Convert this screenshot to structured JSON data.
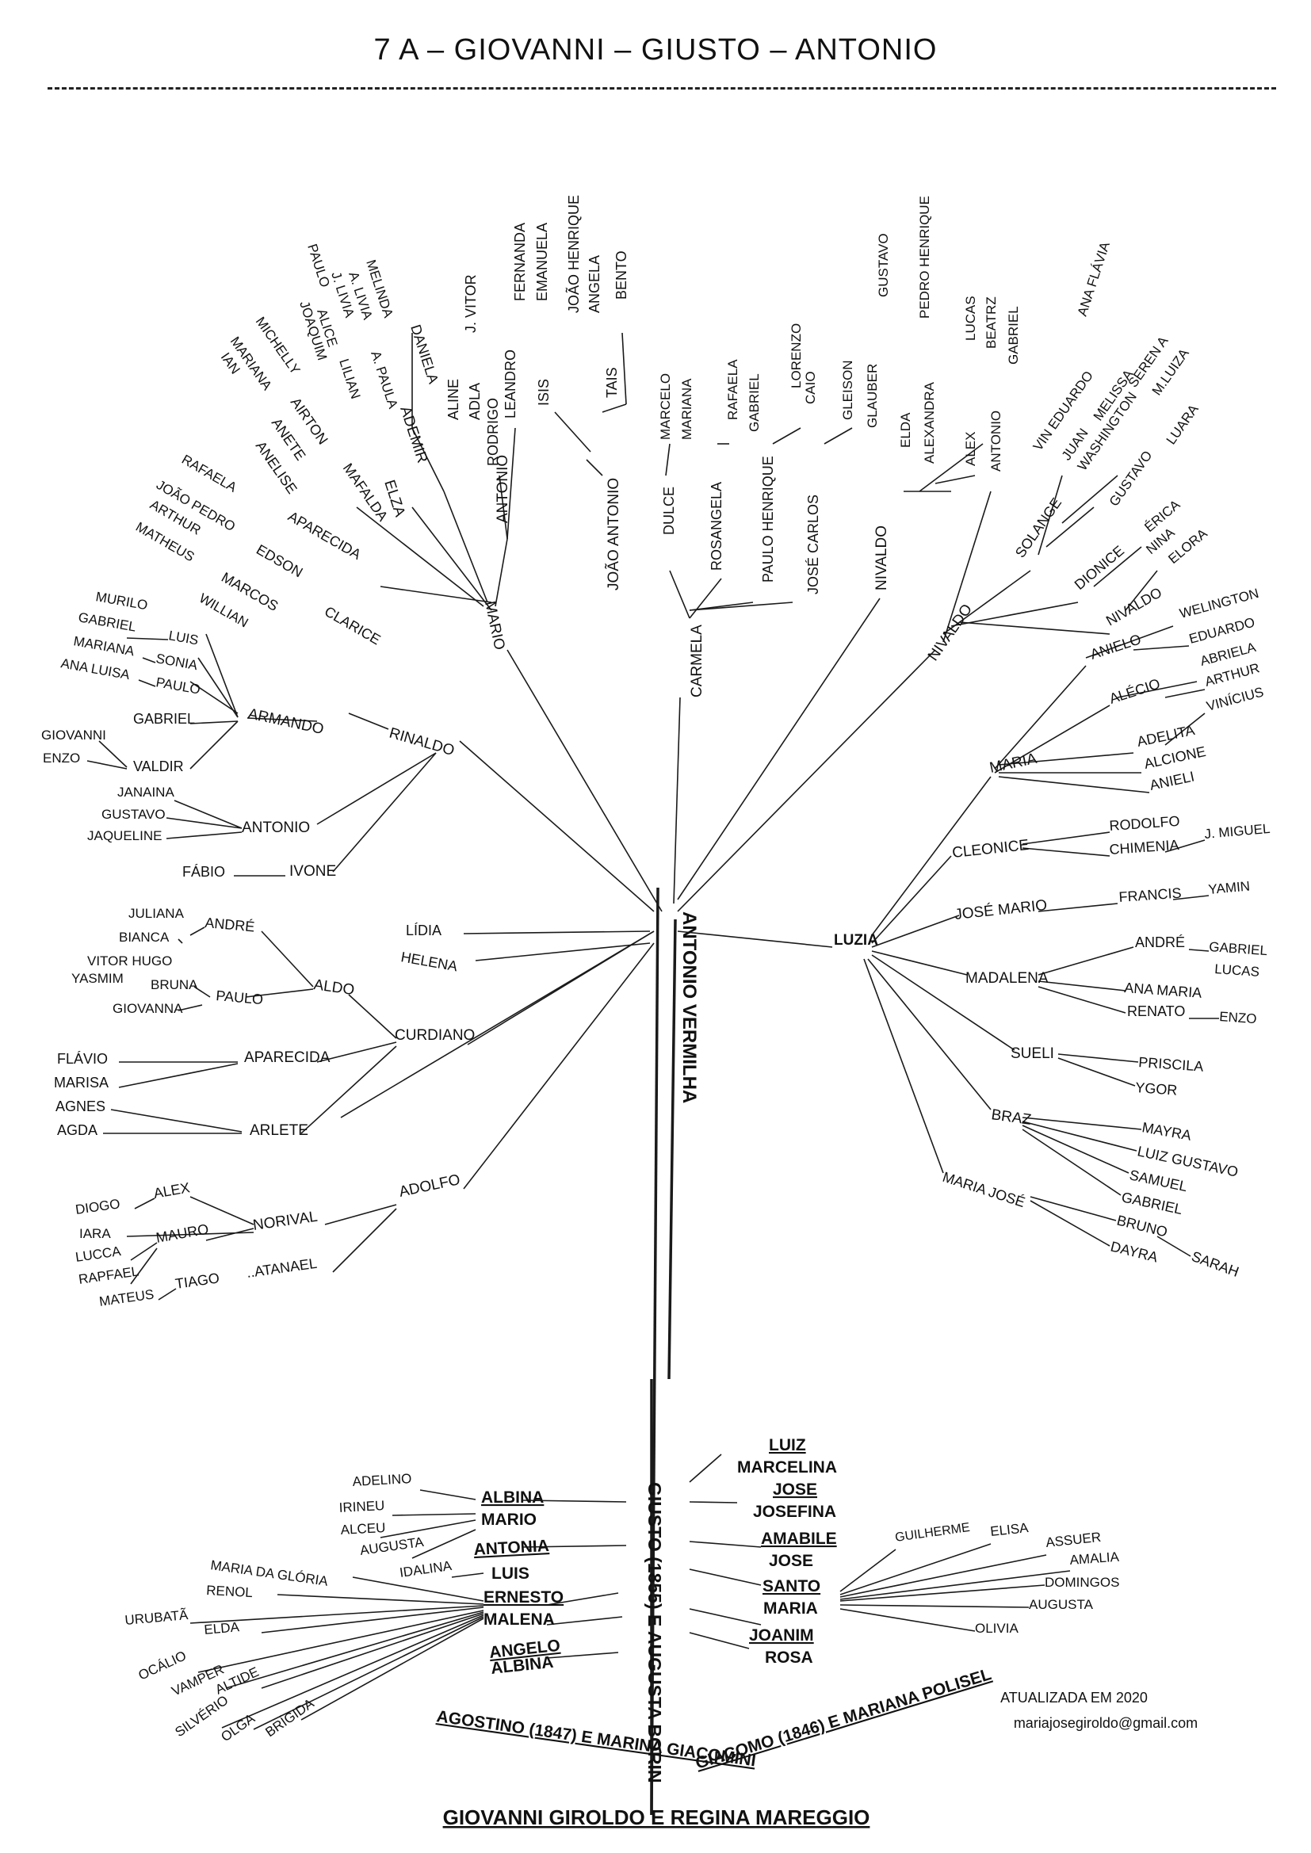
{
  "title": "7 A – GIOVANNI – GIUSTO – ANTONIO",
  "nodes": {
    "antonio_vermilha": "ANTONIO VERMILHA",
    "giusto": "GIUSTO (1855) E AUGUSTA BORIN",
    "roots": "GIOVANNI GIROLDO E REGINA MAREGGIO",
    "agostino": "AGOSTINO (1847) E MARINA GIACOMINI",
    "giacomo": "GIACOMO (1846) E MARIANA POLISEL",
    "updated": "ATUALIZADA EM 2020",
    "email": "mariajosegiroldo@gmail.com",
    "mario": "MARIO",
    "elza": "ELZA",
    "ademir": "ADEMIR",
    "daniela": "DANIELA",
    "lilian": "LILIAN",
    "a_paula": "A. PAULA",
    "melinda": "MELINDA",
    "joaquim": "JOAQUIM",
    "alice": "ALICE",
    "j_livia": "J. LIVIA",
    "paulo_top": "PAULO",
    "a_livia": "A. LIVIA",
    "mafalda": "MAFALDA",
    "airton": "AIRTON",
    "michelly": "MICHELLY",
    "anete": "ANETE",
    "mariana_top": "MARIANA",
    "anelise": "ANELISE",
    "ian": "IAN",
    "antonio_top": "ANTONIO",
    "rodrigo": "RODRIGO",
    "adla": "ADLA",
    "aline": "ALINE",
    "leandro": "LEANDRO",
    "j_vitor": "J. VITOR",
    "joao_antonio": "JOÃO ANTONIO",
    "isis": "ISIS",
    "fernanda": "FERNANDA",
    "emanuela": "EMANUELA",
    "tais": "TAIS",
    "joao_henrique": "JOÃO HENRIQUE",
    "angela_top": "ANGELA",
    "bento": "BENTO",
    "carmela": "CARMELA",
    "dulce": "DULCE",
    "marcelo": "MARCELO",
    "mariana_mid": "MARIANA",
    "rosangela": "ROSANGELA",
    "rafaela_mid": "RAFAELA",
    "gabriel_mid": "GABRIEL",
    "paulo_henrique": "PAULO HENRIQUE",
    "lorenzo": "LORENZO",
    "caio": "CAIO",
    "jose_carlos": "JOSÉ CARLOS",
    "gleison": "GLEISON",
    "gustavo_top": "GUSTAVO",
    "glauber": "GLAUBER",
    "pedro_henrique": "PEDRO HENRIQUE",
    "nivaldo_top": "NIVALDO",
    "elda_top": "ELDA",
    "alexandra": "ALEXANDRA",
    "lucas_top": "LUCAS",
    "beatrz": "BEATRZ",
    "alex_top": "ALEX",
    "gabriel_top": "GABRIEL",
    "antonio_r": "ANTONIO",
    "ana_flavia": "ANA FLÁVIA",
    "aparecida_top": "APARECIDA",
    "clarice": "CLARICE",
    "edson": "EDSON",
    "rafaela_l": "RAFAELA",
    "joao_pedro": "JOÃO PEDRO",
    "marcos": "MARCOS",
    "arthur_l": "ARTHUR",
    "matheus": "MATHEUS",
    "willian": "WILLIAN",
    "rinaldo": "RINALDO",
    "armando": "ARMANDO",
    "murilo": "MURILO",
    "gabriel_l1": "GABRIEL",
    "luis_l": "LUIS",
    "mariana_l": "MARIANA",
    "sonia": "SONIA",
    "ana_luisa": "ANA LUISA",
    "paulo_l": "PAULO",
    "gabriel_l2": "GABRIEL",
    "valdir": "VALDIR",
    "giovanni": "GIOVANNI",
    "enzo_l": "ENZO",
    "antonio_l": "ANTONIO",
    "janaina": "JANAINA",
    "gustavo_l": "GUSTAVO",
    "jaqueline": "JAQUELINE",
    "ivone": "IVONE",
    "fabio": "FÁBIO",
    "lidia": "LÍDIA",
    "helena": "HELENA",
    "curdiano": "CURDIANO",
    "aldo": "ALDO",
    "andre_l": "ANDRÉ",
    "juliana": "JULIANA",
    "bianca": "BIANCA",
    "paulo_l2": "PAULO",
    "bruna": "BRUNA",
    "vitor_hugo": "VITOR HUGO",
    "yasmim": "YASMIM",
    "giovanna": "GIOVANNA",
    "aparecida_l": "APARECIDA",
    "flavio": "FLÁVIO",
    "marisa": "MARISA",
    "arlete": "ARLETE",
    "agnes": "AGNES",
    "agda": "AGDA",
    "adolfo": "ADOLFO",
    "norival": "NORIVAL",
    "alex_l": "ALEX",
    "diogo": "DIOGO",
    "iara": "IARA",
    "mauro": "MAURO",
    "lucca": "LUCCA",
    "rapfael": "RAPFAEL",
    "atanael": "..ATANAEL",
    "tiago": "TIAGO",
    "mateus": "MATEUS",
    "luzia": "LUZIA",
    "nivaldo_r": "NIVALDO",
    "solange": "SOLANGE",
    "vin_eduardo": "VIN EDUARDO",
    "juan": "JUAN",
    "melissa": "MELISSA",
    "washington": "WASHINGTON",
    "seren_a": "SEREN A",
    "m_luiza": "M.LUIZA",
    "gustavo_r": "GUSTAVO",
    "luara": "LUARA",
    "dionice": "DIONICE",
    "erica": "ÉRICA",
    "nina": "NINA",
    "nivaldo_r2": "NIVALDO",
    "elora": "ELORA",
    "maria_r": "MARIA",
    "anielo": "ANIELO",
    "welington": "WELINGTON",
    "eduardo": "EDUARDO",
    "alecio": "ALÉCIO",
    "abriela": "ABRIELA",
    "arthur_r": "ARTHUR",
    "adelita": "ADELITA",
    "vinicius": "VINÍCIUS",
    "alcione": "ALCIONE",
    "anieli": "ANIELI",
    "cleonice": "CLEONICE",
    "rodolfo": "RODOLFO",
    "chimenia": "CHIMENIA",
    "j_miguel": "J. MIGUEL",
    "jose_mario": "JOSÉ MARIO",
    "francis": "FRANCIS",
    "yamin": "YAMIN",
    "madalena": "MADALENA",
    "andre_r": "ANDRÉ",
    "gabriel_r": "GABRIEL",
    "lucas_r": "LUCAS",
    "ana_maria": "ANA MARIA",
    "renato": "RENATO",
    "enzo_r": "ENZO",
    "sueli": "SUELI",
    "priscila": "PRISCILA",
    "ygor": "YGOR",
    "braz": "BRAZ",
    "mayra": "MAYRA",
    "luiz_gustavo": "LUIZ GUSTAVO",
    "samuel": "SAMUEL",
    "gabriel_r2": "GABRIEL",
    "maria_jose": "MARIA JOSÉ",
    "bruno": "BRUNO",
    "sarah": "SARAH",
    "dayra": "DAYRA",
    "albina": "ALBINA",
    "mario_b": "MARIO",
    "adelino": "ADELINO",
    "irineu": "IRINEU",
    "alceu": "ALCEU",
    "augusta_b": "AUGUSTA",
    "idalina": "IDALINA",
    "antonia": "ANTONIA",
    "luis_b": "LUIS",
    "ernesto": "ERNESTO",
    "malena": "MALENA",
    "angelo": "ANGELO",
    "albina_b2": "ALBINA",
    "maria_gloria": "MARIA DA GLÓRIA",
    "renol": "RENOL",
    "urubata": "URUBATÃ",
    "elda_b": "ELDA",
    "ocalio": "OCÁLIO",
    "vamper": "VAMPER",
    "altide": "ALTIDE",
    "silverio": "SILVÉRIO",
    "olga": "OLGA",
    "brigida": "BRÍGIDA",
    "luiz": "LUIZ",
    "marcelina": "MARCELINA",
    "jose_b1": "JOSE",
    "josefina": "JOSEFINA",
    "amabile": "AMABILE",
    "jose_b2": "JOSE",
    "santo": "SANTO",
    "maria_b": "MARIA",
    "joanim": "JOANIM",
    "rosa": "ROSA",
    "guilherme": "GUILHERME",
    "elisa": "ELISA",
    "assuer": "ASSUER",
    "amalia": "AMALIA",
    "domingos": "DOMINGOS",
    "augusta_b2": "AUGUSTA",
    "olivia": "OLIVIA"
  }
}
